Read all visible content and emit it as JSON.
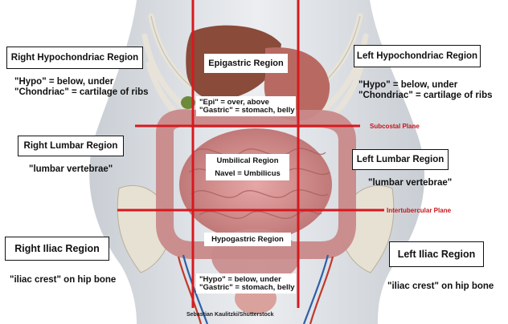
{
  "regions": {
    "right_hypochondriac": {
      "title": "Right Hypochondriac Region",
      "note_1": "\"Hypo\" = below, under",
      "note_2": "\"Chondriac\" = cartilage of ribs"
    },
    "left_hypochondriac": {
      "title": "Left Hypochondriac Region",
      "note_1": "\"Hypo\" = below, under",
      "note_2": "\"Chondriac\" = cartilage of ribs"
    },
    "epigastric": {
      "title": "Epigastric Region",
      "note_1": "\"Epi\" = over, above",
      "note_2": "\"Gastric\" = stomach, belly"
    },
    "right_lumbar": {
      "title": "Right Lumbar Region",
      "note_1": "\"lumbar vertebrae\""
    },
    "left_lumbar": {
      "title": "Left Lumbar Region",
      "note_1": "\"lumbar vertebrae\""
    },
    "umbilical": {
      "title": "Umbilical Region",
      "note_1": "Navel = Umbilicus"
    },
    "right_iliac": {
      "title": "Right Iliac Region",
      "note_1": "\"iliac crest\" on hip bone"
    },
    "left_iliac": {
      "title": "Left Iliac Region",
      "note_1": "\"iliac crest\" on hip bone"
    },
    "hypogastric": {
      "title": "Hypogastric Region",
      "note_1": "\"Hypo\" = below, under",
      "note_2": "\"Gastric\" = stomach, belly"
    }
  },
  "planes": {
    "subcostal": "Subcostal Plane",
    "intertubercular": "Intertubercular Plane"
  },
  "credit": "Sebastian Kaulitzki/Shutterstock",
  "colors": {
    "plane_line": "#d7191f",
    "plane_label": "#c8141a",
    "skin": "#d9dde2",
    "intestine": "#cf8f90",
    "liver": "#8a4b3a",
    "stomach": "#b86a62",
    "bone": "#ece8de"
  }
}
